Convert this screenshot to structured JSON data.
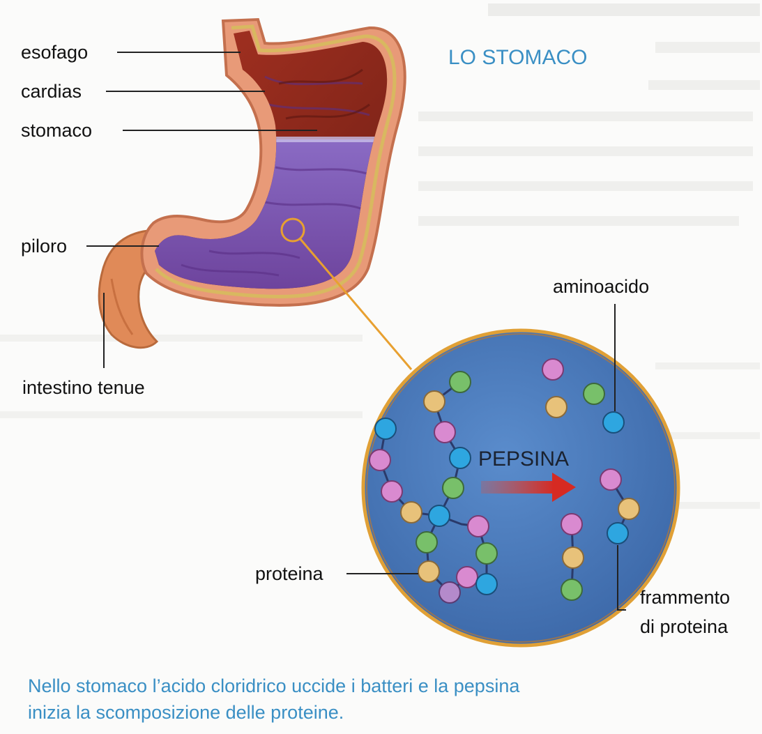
{
  "title": "LO STOMACO",
  "labels": {
    "esofago": "esofago",
    "cardias": "cardias",
    "stomaco": "stomaco",
    "piloro": "piloro",
    "intestino": "intestino tenue",
    "aminoacido": "aminoacido",
    "proteina": "proteina",
    "frammento_1": "frammento",
    "frammento_2": "di proteina"
  },
  "enzyme": "PEPSINA",
  "caption": {
    "line1": "Nello stomaco l’acido cloridrico uccide i batteri e la pepsina",
    "line2": "inizia la scomposizione delle proteine."
  },
  "colors": {
    "title": "#3a8fc4",
    "caption": "#3a8fc4",
    "circle_fill": "#4a78b8",
    "stomach_wall": "#e58a68",
    "gastric_juice": "#7a4fa8",
    "stomach_interior": "#8e2a1c",
    "arrow": "#d62a22",
    "bead_blue": "#2ea6e0",
    "bead_green": "#78c06a",
    "bead_pink": "#d98ad0",
    "bead_yellow": "#e8c27a",
    "bead_violet": "#b48acb"
  },
  "icons": [
    "stomach-illustration",
    "magnifier-circle",
    "reaction-arrow",
    "amino-acid-bead"
  ]
}
